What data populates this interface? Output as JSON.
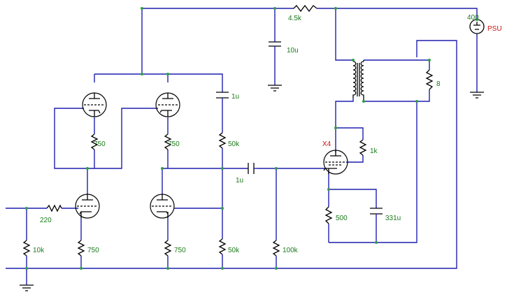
{
  "components": {
    "r_supply": "4.5k",
    "psu_voltage": "400",
    "psu_label": "PSU",
    "c_filter": "10u",
    "c_coupling_top": "1u",
    "c_coupling_mid": "1u",
    "r_load_out": "8",
    "r_v1_plate": "750",
    "r_v2_plate": "750",
    "r_50k_top": "50k",
    "r_grid_stop": "220",
    "r_10k": "10k",
    "r_v3_cathode": "750",
    "r_v4_cathode": "750",
    "r_50k_bottom": "50k",
    "r_100k": "100k",
    "power_tube": "X4",
    "r_1k": "1k",
    "r_500": "500",
    "c_331u": "331u"
  }
}
